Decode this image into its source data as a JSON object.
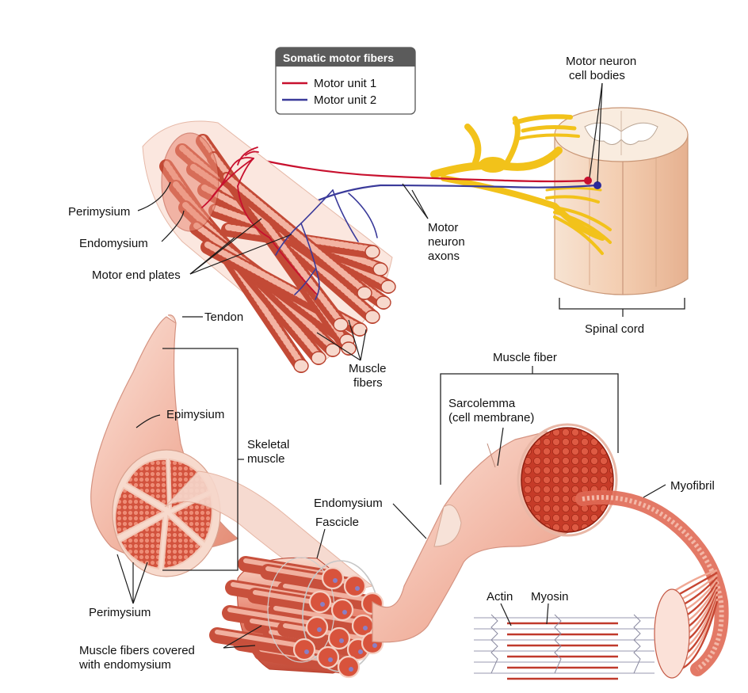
{
  "legend": {
    "title": "Somatic motor fibers",
    "items": [
      {
        "label": "Motor unit 1",
        "color": "#c8102e"
      },
      {
        "label": "Motor unit 2",
        "color": "#3a3a9a"
      }
    ]
  },
  "labels": {
    "motor_neuron_cell_bodies": [
      "Motor neuron",
      "cell bodies"
    ],
    "perimysium_top": "Perimysium",
    "endomysium_top": "Endomysium",
    "motor_end_plates": "Motor end plates",
    "motor_neuron_axons": [
      "Motor",
      "neuron",
      "axons"
    ],
    "spinal_cord": "Spinal cord",
    "tendon": "Tendon",
    "muscle_fibers": [
      "Muscle",
      "fibers"
    ],
    "muscle_fiber": "Muscle fiber",
    "sarcolemma": [
      "Sarcolemma",
      "(cell membrane)"
    ],
    "epimysium": "Epimysium",
    "skeletal_muscle": [
      "Skeletal",
      "muscle"
    ],
    "endomysium_bottom": "Endomysium",
    "myofibril": "Myofibril",
    "fascicle": "Fascicle",
    "actin": "Actin",
    "myosin": "Myosin",
    "perimysium_bottom": "Perimysium",
    "muscle_fibers_covered": [
      "Muscle fibers covered",
      "with endomysium"
    ]
  },
  "colors": {
    "muscle": "#e8826e",
    "muscle_light": "#f6cdbf",
    "muscle_dark": "#c8432f",
    "nerve": "#f2c21a",
    "spinal_cord": "#f4d7bf",
    "legend_header": "#5b5b5b"
  }
}
